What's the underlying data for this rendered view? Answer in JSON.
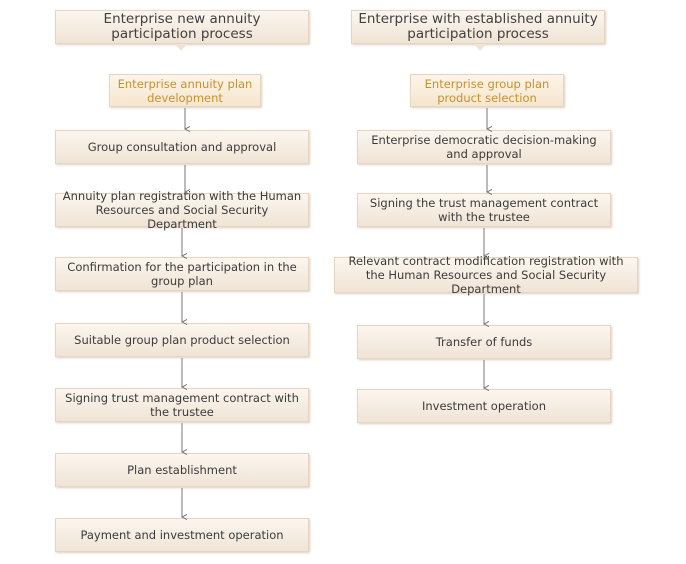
{
  "left_flow": {
    "header": "Enterprise new annuity participation process",
    "subheader": "Enterprise annuity plan development",
    "steps": [
      "Group consultation and approval",
      "Annuity plan registration with the Human Resources and Social Security Department",
      "Confirmation for the participation in the group plan",
      "Suitable group plan product selection",
      "Signing trust management contract with the trustee",
      "Plan establishment",
      "Payment and investment operation"
    ]
  },
  "right_flow": {
    "header": "Enterprise with established annuity participation process",
    "subheader": "Enterprise group plan product selection",
    "steps": [
      "Enterprise democratic decision-making and approval",
      "Signing the trust management contract with the trustee",
      "Relevant contract modification registration with the Human Resources and Social Security Department",
      "Transfer of funds",
      "Investment operation"
    ]
  },
  "colors": {
    "box_fill": "#f0e4d5",
    "box_border": "#e6d6c1",
    "subheader_text": "#c9902d",
    "body_text": "#3b3b3b",
    "arrow": "#777777"
  }
}
